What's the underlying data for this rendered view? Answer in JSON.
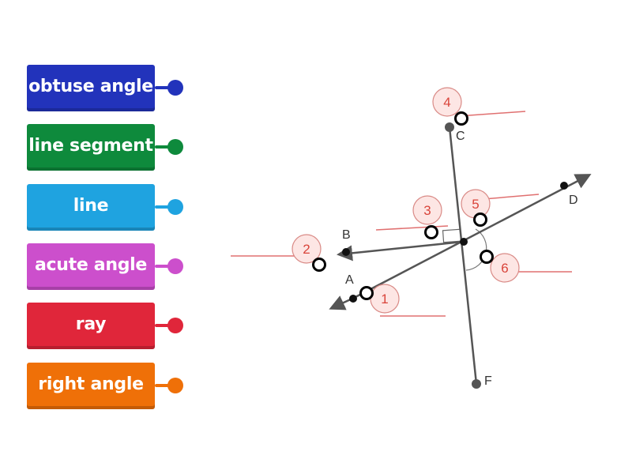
{
  "terms": [
    {
      "label": "obtuse angle",
      "color": "#2233bb"
    },
    {
      "label": "line segment",
      "color": "#0e8a3c"
    },
    {
      "label": "line",
      "color": "#1fa3e0"
    },
    {
      "label": "acute angle",
      "color": "#cc4fcc"
    },
    {
      "label": "ray",
      "color": "#e0263a"
    },
    {
      "label": "right angle",
      "color": "#ef7008"
    }
  ],
  "diagram": {
    "points": {
      "A": "A",
      "B": "B",
      "C": "C",
      "D": "D",
      "F": "F"
    },
    "targets": [
      {
        "number": "1"
      },
      {
        "number": "2"
      },
      {
        "number": "3"
      },
      {
        "number": "4"
      },
      {
        "number": "5"
      },
      {
        "number": "6"
      }
    ],
    "line_color": "#555555",
    "target_accent": "#d9443a"
  }
}
